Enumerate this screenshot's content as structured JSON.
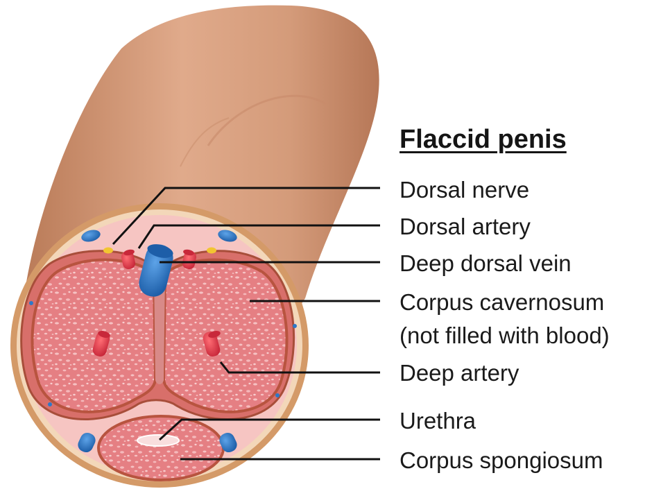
{
  "title": "Flaccid penis",
  "labels": {
    "dorsal_nerve": "Dorsal nerve",
    "dorsal_artery": "Dorsal artery",
    "deep_dorsal_vein": "Deep dorsal vein",
    "corpus_cavernosum": "Corpus cavernosum",
    "corpus_cavernosum_note": "(not filled with blood)",
    "deep_artery": "Deep artery",
    "urethra": "Urethra",
    "corpus_spongiosum": "Corpus spongiosum"
  },
  "colors": {
    "skin": "#d9a07f",
    "skin_dark": "#b9795a",
    "ring": "#d7a271",
    "subcutis": "#f6c7c2",
    "tissue": "#e9878a",
    "tissue_outline": "#b8543f",
    "artery": "#e33a4b",
    "vein": "#2d78c8",
    "nerve": "#f2c531",
    "leader": "#111111"
  }
}
